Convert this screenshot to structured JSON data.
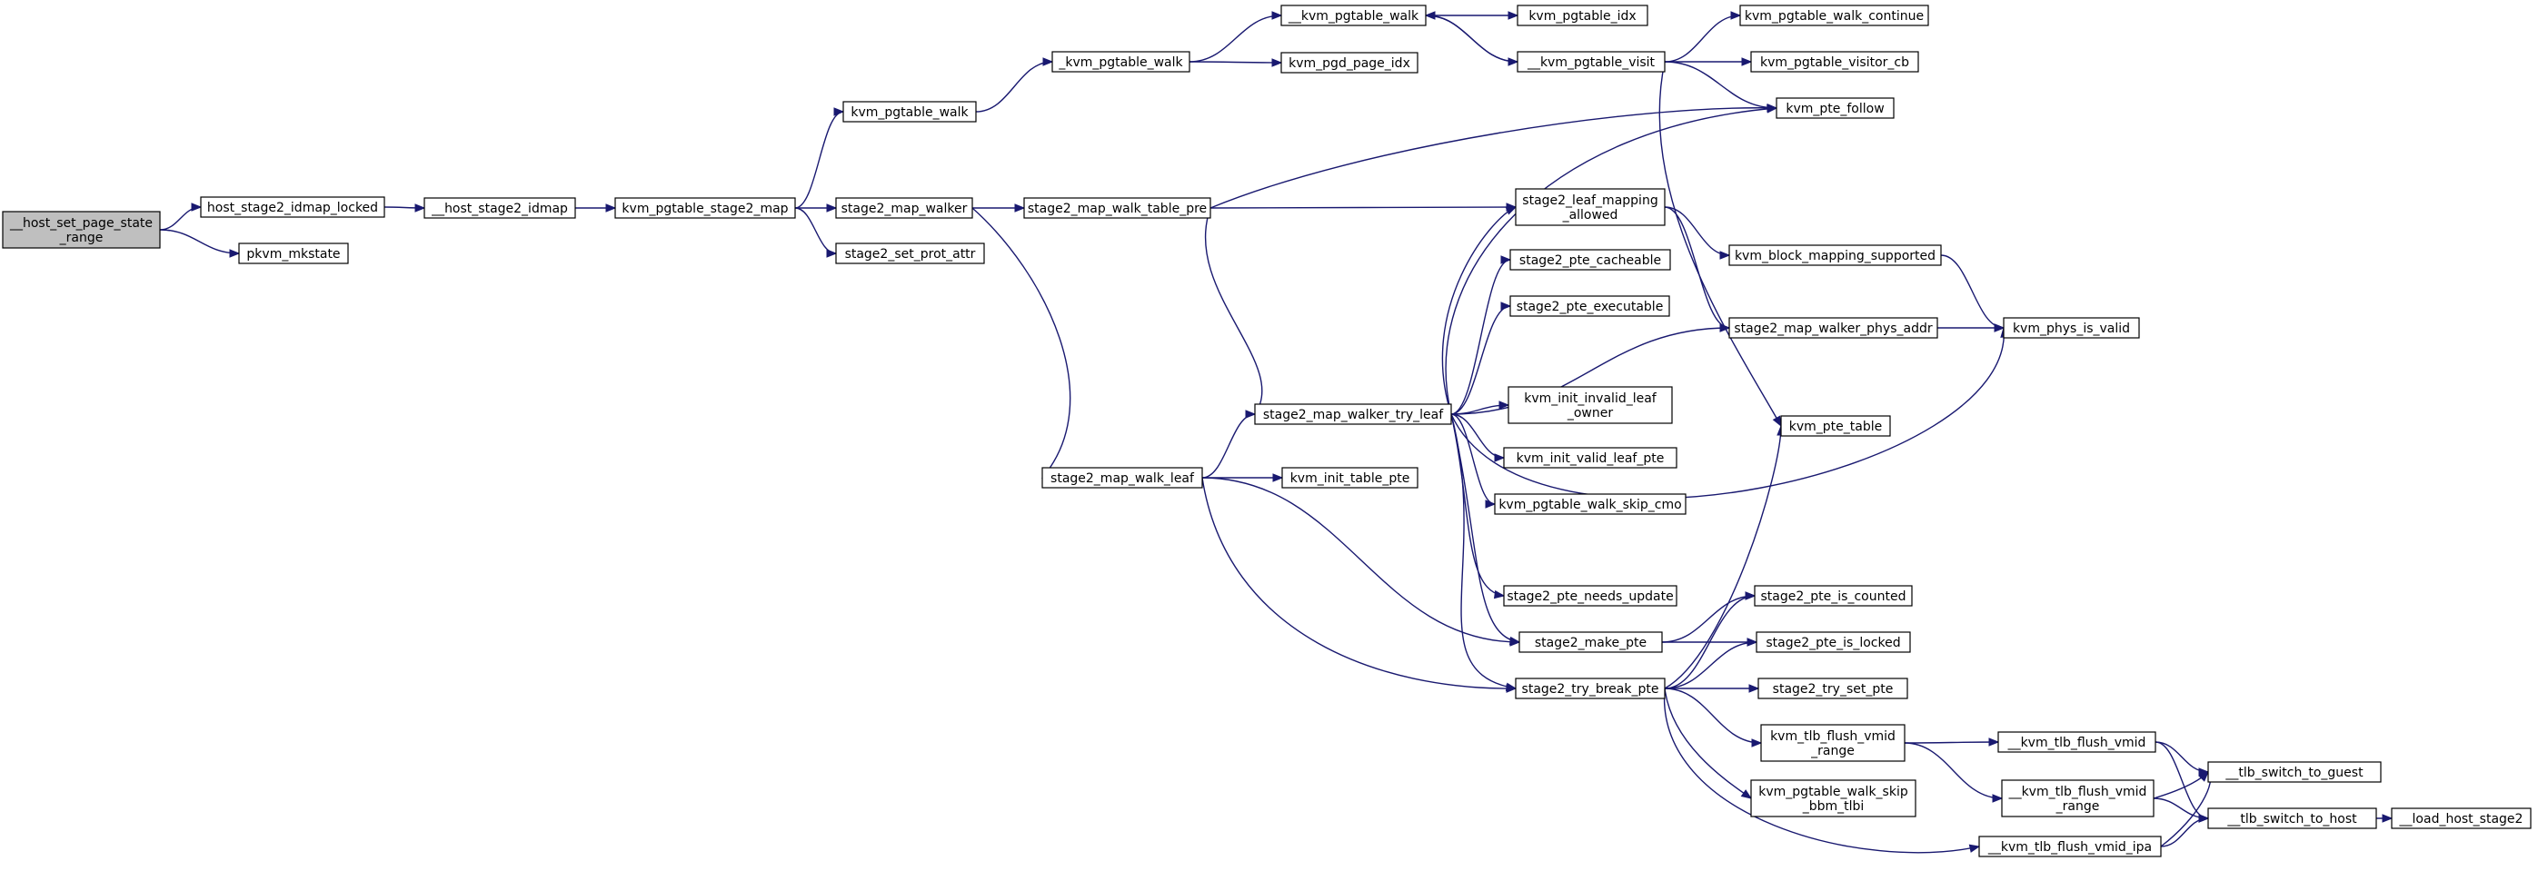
{
  "nodes": [
    {
      "id": "root",
      "label": [
        "__host_set_page_state",
        "_range"
      ],
      "root": true,
      "interactable": false
    },
    {
      "id": "hsil",
      "label": [
        "host_stage2_idmap_locked"
      ]
    },
    {
      "id": "pmk",
      "label": [
        "pkvm_mkstate"
      ]
    },
    {
      "id": "hsi",
      "label": [
        "__host_stage2_idmap"
      ]
    },
    {
      "id": "kpsm",
      "label": [
        "kvm_pgtable_stage2_map"
      ]
    },
    {
      "id": "kpw",
      "label": [
        "kvm_pgtable_walk"
      ]
    },
    {
      "id": "s2mw",
      "label": [
        "stage2_map_walker"
      ]
    },
    {
      "id": "s2spa",
      "label": [
        "stage2_set_prot_attr"
      ]
    },
    {
      "id": "_kpw",
      "label": [
        "_kvm_pgtable_walk"
      ]
    },
    {
      "id": "__kpw",
      "label": [
        "__kvm_pgtable_walk"
      ]
    },
    {
      "id": "kpi",
      "label": [
        "kvm_pgtable_idx"
      ]
    },
    {
      "id": "kppi",
      "label": [
        "kvm_pgd_page_idx"
      ]
    },
    {
      "id": "__kpv",
      "label": [
        "__kvm_pgtable_visit"
      ]
    },
    {
      "id": "kpwc",
      "label": [
        "kvm_pgtable_walk_continue"
      ]
    },
    {
      "id": "kpvc",
      "label": [
        "kvm_pgtable_visitor_cb"
      ]
    },
    {
      "id": "kpf",
      "label": [
        "kvm_pte_follow"
      ]
    },
    {
      "id": "s2mwtp",
      "label": [
        "stage2_map_walk_table_pre"
      ]
    },
    {
      "id": "s2lma",
      "label": [
        "stage2_leaf_mapping",
        "_allowed"
      ]
    },
    {
      "id": "s2pc",
      "label": [
        "stage2_pte_cacheable"
      ]
    },
    {
      "id": "s2pe",
      "label": [
        "stage2_pte_executable"
      ]
    },
    {
      "id": "kbms",
      "label": [
        "kvm_block_mapping_supported"
      ]
    },
    {
      "id": "s2mwpa",
      "label": [
        "stage2_map_walker_phys_addr"
      ]
    },
    {
      "id": "kpiv",
      "label": [
        "kvm_phys_is_valid"
      ]
    },
    {
      "id": "s2mwtl",
      "label": [
        "stage2_map_walker_try_leaf"
      ]
    },
    {
      "id": "kiilo",
      "label": [
        "kvm_init_invalid_leaf",
        "_owner"
      ]
    },
    {
      "id": "kpt",
      "label": [
        "kvm_pte_table"
      ]
    },
    {
      "id": "kivlp",
      "label": [
        "kvm_init_valid_leaf_pte"
      ]
    },
    {
      "id": "s2mwl",
      "label": [
        "stage2_map_walk_leaf"
      ]
    },
    {
      "id": "kitp",
      "label": [
        "kvm_init_table_pte"
      ]
    },
    {
      "id": "kpwsc",
      "label": [
        "kvm_pgtable_walk_skip_cmo"
      ]
    },
    {
      "id": "s2pnu",
      "label": [
        "stage2_pte_needs_update"
      ]
    },
    {
      "id": "s2pic",
      "label": [
        "stage2_pte_is_counted"
      ]
    },
    {
      "id": "s2mp",
      "label": [
        "stage2_make_pte"
      ]
    },
    {
      "id": "s2pil",
      "label": [
        "stage2_pte_is_locked"
      ]
    },
    {
      "id": "s2tbp",
      "label": [
        "stage2_try_break_pte"
      ]
    },
    {
      "id": "s2tsp",
      "label": [
        "stage2_try_set_pte"
      ]
    },
    {
      "id": "ktfvr",
      "label": [
        "kvm_tlb_flush_vmid",
        "_range"
      ]
    },
    {
      "id": "__ktfv",
      "label": [
        "__kvm_tlb_flush_vmid"
      ]
    },
    {
      "id": "__tstg",
      "label": [
        "__tlb_switch_to_guest"
      ]
    },
    {
      "id": "__ktfvr",
      "label": [
        "__kvm_tlb_flush_vmid",
        "_range"
      ]
    },
    {
      "id": "kpwsbt",
      "label": [
        "kvm_pgtable_walk_skip",
        "_bbm_tlbi"
      ]
    },
    {
      "id": "__tsth",
      "label": [
        "__tlb_switch_to_host"
      ]
    },
    {
      "id": "__lhs2",
      "label": [
        "__load_host_stage2"
      ]
    },
    {
      "id": "__ktfvi",
      "label": [
        "__kvm_tlb_flush_vmid_ipa"
      ]
    }
  ],
  "edges": [
    [
      "root",
      "hsil"
    ],
    [
      "root",
      "pmk"
    ],
    [
      "hsil",
      "hsi"
    ],
    [
      "hsi",
      "kpsm"
    ],
    [
      "kpsm",
      "kpw"
    ],
    [
      "kpsm",
      "s2mw"
    ],
    [
      "kpsm",
      "s2spa"
    ],
    [
      "kpw",
      "_kpw"
    ],
    [
      "_kpw",
      "__kpw"
    ],
    [
      "_kpw",
      "kppi"
    ],
    [
      "__kpw",
      "kpi"
    ],
    [
      "__kpw",
      "__kpv"
    ],
    [
      "__kpv",
      "__kpw"
    ],
    [
      "__kpv",
      "kpwc"
    ],
    [
      "__kpv",
      "kpvc"
    ],
    [
      "__kpv",
      "kpf"
    ],
    [
      "__kpv",
      "kpt"
    ],
    [
      "s2mw",
      "s2mwtp"
    ],
    [
      "s2mw",
      "s2mwl"
    ],
    [
      "s2mwtp",
      "kpf"
    ],
    [
      "s2mwtp",
      "s2lma"
    ],
    [
      "s2mwtp",
      "s2mwtl"
    ],
    [
      "s2lma",
      "kbms"
    ],
    [
      "s2lma",
      "s2mwpa"
    ],
    [
      "kbms",
      "kpiv"
    ],
    [
      "s2mwpa",
      "kpiv"
    ],
    [
      "s2mwtl",
      "kpf"
    ],
    [
      "s2mwtl",
      "s2lma"
    ],
    [
      "s2mwtl",
      "s2pc"
    ],
    [
      "s2mwtl",
      "s2pe"
    ],
    [
      "s2mwtl",
      "s2mwpa"
    ],
    [
      "s2mwtl",
      "kiilo"
    ],
    [
      "s2mwtl",
      "kivlp"
    ],
    [
      "s2mwtl",
      "kpwsc"
    ],
    [
      "s2mwtl",
      "kpiv"
    ],
    [
      "s2mwtl",
      "s2pnu"
    ],
    [
      "s2mwtl",
      "s2mp"
    ],
    [
      "s2mwtl",
      "s2tbp"
    ],
    [
      "s2mwl",
      "s2mwtl"
    ],
    [
      "s2mwl",
      "kitp"
    ],
    [
      "s2mwl",
      "s2mp"
    ],
    [
      "s2mwl",
      "s2tbp"
    ],
    [
      "s2mp",
      "s2pic"
    ],
    [
      "s2mp",
      "s2pil"
    ],
    [
      "s2tbp",
      "kpt"
    ],
    [
      "s2tbp",
      "s2pic"
    ],
    [
      "s2tbp",
      "s2pil"
    ],
    [
      "s2tbp",
      "s2tsp"
    ],
    [
      "s2tbp",
      "ktfvr"
    ],
    [
      "s2tbp",
      "kpwsbt"
    ],
    [
      "s2tbp",
      "__ktfvi"
    ],
    [
      "ktfvr",
      "__ktfv"
    ],
    [
      "ktfvr",
      "__ktfvr"
    ],
    [
      "__ktfv",
      "__tstg"
    ],
    [
      "__ktfv",
      "__tsth"
    ],
    [
      "__ktfvr",
      "__tstg"
    ],
    [
      "__ktfvr",
      "__tsth"
    ],
    [
      "__ktfvi",
      "__tstg"
    ],
    [
      "__ktfvi",
      "__tsth"
    ],
    [
      "__tsth",
      "__lhs2"
    ]
  ]
}
